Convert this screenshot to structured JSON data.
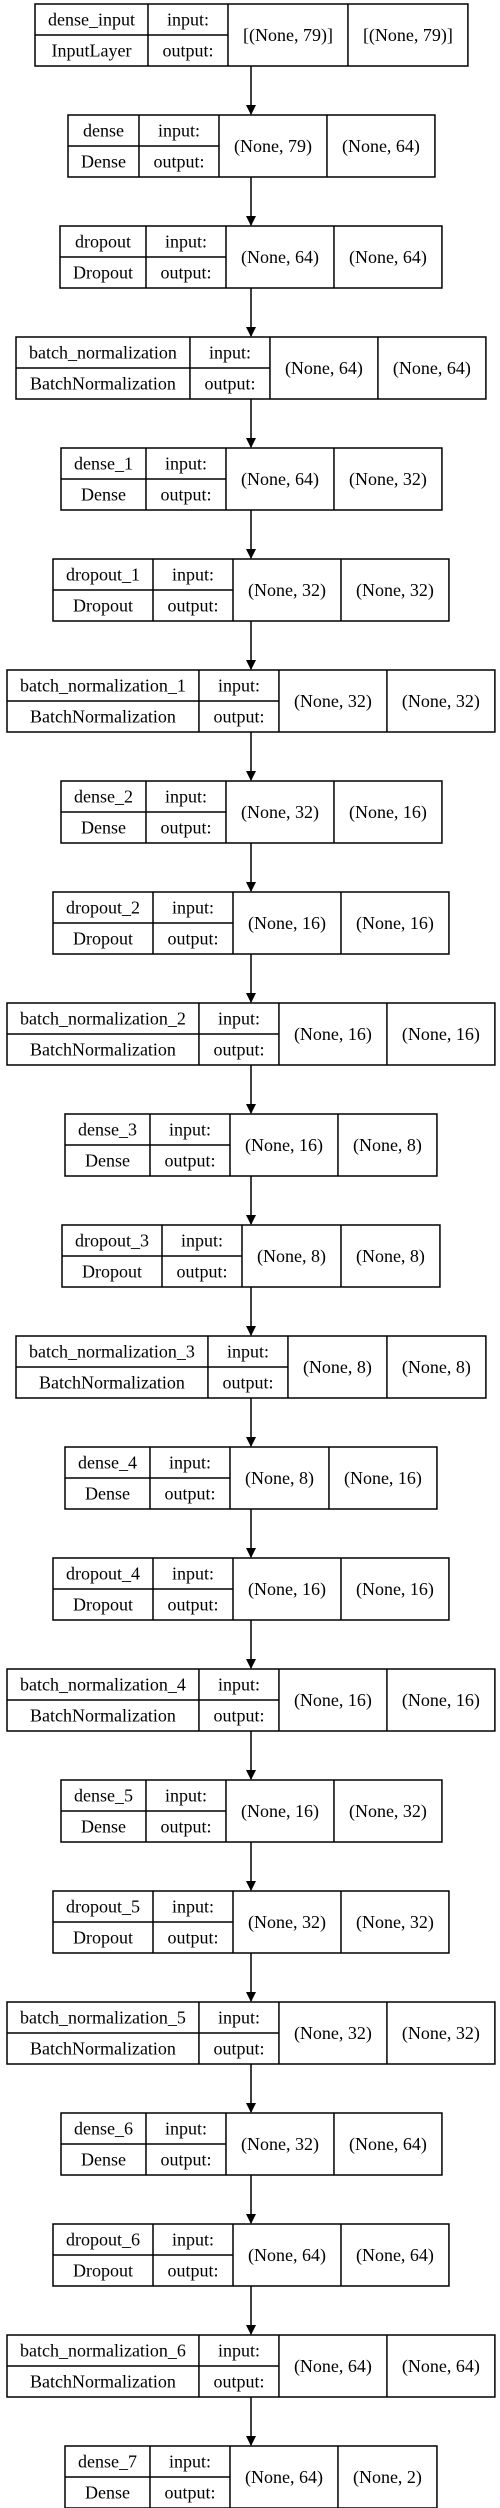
{
  "io_labels": {
    "input": "input:",
    "output": "output:"
  },
  "layers": [
    {
      "name": "dense_input",
      "type": "InputLayer",
      "input_shape": "[(None, 79)]",
      "output_shape": "[(None, 79)]"
    },
    {
      "name": "dense",
      "type": "Dense",
      "input_shape": "(None, 79)",
      "output_shape": "(None, 64)"
    },
    {
      "name": "dropout",
      "type": "Dropout",
      "input_shape": "(None, 64)",
      "output_shape": "(None, 64)"
    },
    {
      "name": "batch_normalization",
      "type": "BatchNormalization",
      "input_shape": "(None, 64)",
      "output_shape": "(None, 64)"
    },
    {
      "name": "dense_1",
      "type": "Dense",
      "input_shape": "(None, 64)",
      "output_shape": "(None, 32)"
    },
    {
      "name": "dropout_1",
      "type": "Dropout",
      "input_shape": "(None, 32)",
      "output_shape": "(None, 32)"
    },
    {
      "name": "batch_normalization_1",
      "type": "BatchNormalization",
      "input_shape": "(None, 32)",
      "output_shape": "(None, 32)"
    },
    {
      "name": "dense_2",
      "type": "Dense",
      "input_shape": "(None, 32)",
      "output_shape": "(None, 16)"
    },
    {
      "name": "dropout_2",
      "type": "Dropout",
      "input_shape": "(None, 16)",
      "output_shape": "(None, 16)"
    },
    {
      "name": "batch_normalization_2",
      "type": "BatchNormalization",
      "input_shape": "(None, 16)",
      "output_shape": "(None, 16)"
    },
    {
      "name": "dense_3",
      "type": "Dense",
      "input_shape": "(None, 16)",
      "output_shape": "(None, 8)"
    },
    {
      "name": "dropout_3",
      "type": "Dropout",
      "input_shape": "(None, 8)",
      "output_shape": "(None, 8)"
    },
    {
      "name": "batch_normalization_3",
      "type": "BatchNormalization",
      "input_shape": "(None, 8)",
      "output_shape": "(None, 8)"
    },
    {
      "name": "dense_4",
      "type": "Dense",
      "input_shape": "(None, 8)",
      "output_shape": "(None, 16)"
    },
    {
      "name": "dropout_4",
      "type": "Dropout",
      "input_shape": "(None, 16)",
      "output_shape": "(None, 16)"
    },
    {
      "name": "batch_normalization_4",
      "type": "BatchNormalization",
      "input_shape": "(None, 16)",
      "output_shape": "(None, 16)"
    },
    {
      "name": "dense_5",
      "type": "Dense",
      "input_shape": "(None, 16)",
      "output_shape": "(None, 32)"
    },
    {
      "name": "dropout_5",
      "type": "Dropout",
      "input_shape": "(None, 32)",
      "output_shape": "(None, 32)"
    },
    {
      "name": "batch_normalization_5",
      "type": "BatchNormalization",
      "input_shape": "(None, 32)",
      "output_shape": "(None, 32)"
    },
    {
      "name": "dense_6",
      "type": "Dense",
      "input_shape": "(None, 32)",
      "output_shape": "(None, 64)"
    },
    {
      "name": "dropout_6",
      "type": "Dropout",
      "input_shape": "(None, 64)",
      "output_shape": "(None, 64)"
    },
    {
      "name": "batch_normalization_6",
      "type": "BatchNormalization",
      "input_shape": "(None, 64)",
      "output_shape": "(None, 64)"
    },
    {
      "name": "dense_7",
      "type": "Dense",
      "input_shape": "(None, 64)",
      "output_shape": "(None, 2)"
    }
  ]
}
